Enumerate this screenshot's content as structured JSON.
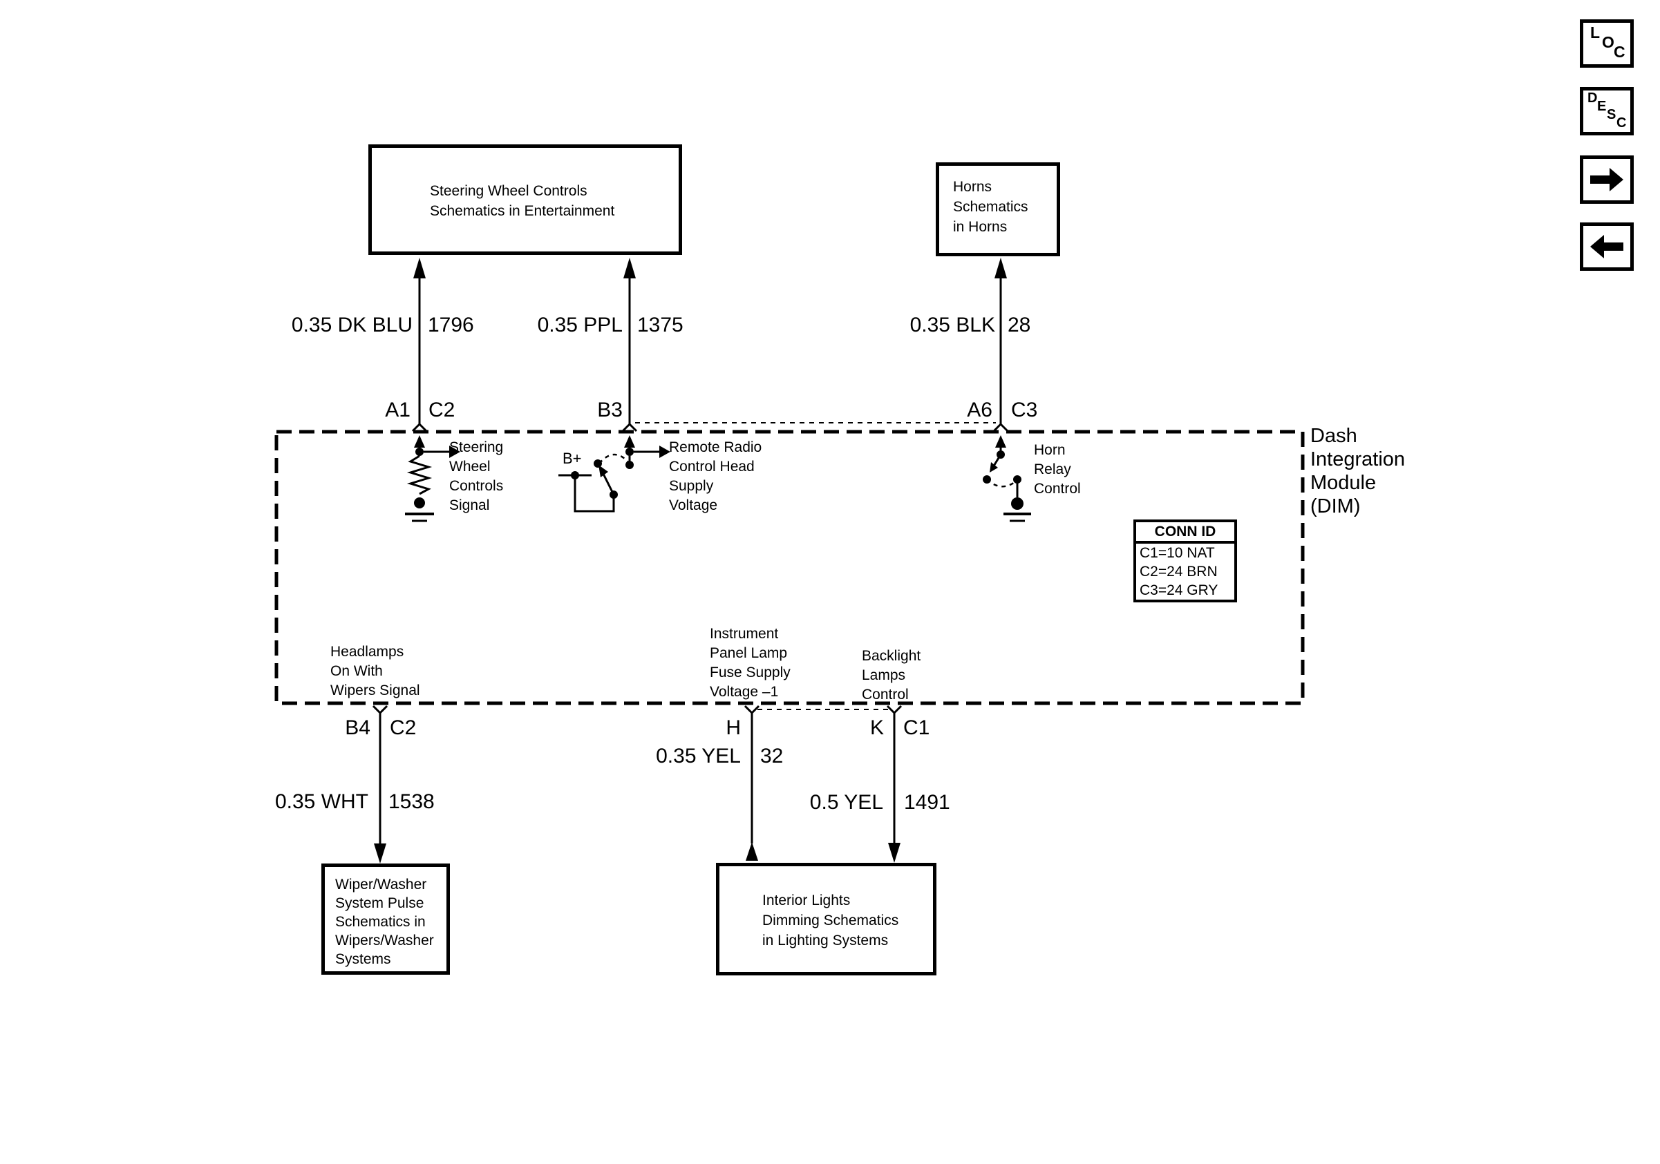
{
  "nav": {
    "loc_letters": [
      "L",
      "O",
      "C"
    ],
    "desc_letters": [
      "D",
      "E",
      "S",
      "C"
    ]
  },
  "module": {
    "title": "Dash\nIntegration\nModule\n(DIM)",
    "labels": {
      "steering_signal": "Steering\nWheel\nControls\nSignal",
      "b_plus": "B+",
      "remote_radio": "Remote Radio\nControl Head\nSupply\nVoltage",
      "horn_relay": "Horn\nRelay\nControl",
      "headlamps": "Headlamps\nOn With\nWipers Signal",
      "instrument_panel": "Instrument\nPanel Lamp\nFuse Supply\nVoltage –1",
      "backlight": "Backlight\nLamps\nControl"
    },
    "conn_id": {
      "title": "CONN ID",
      "rows": [
        "C1=10 NAT",
        "C2=24 BRN",
        "C3=24 GRY"
      ]
    }
  },
  "ref_boxes": {
    "steering": "Steering Wheel Controls\nSchematics in Entertainment",
    "horns": "Horns\nSchematics\nin Horns",
    "wiper": "Wiper/Washer\nSystem Pulse\nSchematics in\nWipers/Washer\nSystems",
    "interior": "Interior Lights\nDimming Schematics\nin Lighting Systems"
  },
  "wires": {
    "dk_blu": {
      "label": "0.35 DK BLU",
      "circuit": "1796",
      "pin": "A1",
      "conn": "C2"
    },
    "ppl": {
      "label": "0.35 PPL",
      "circuit": "1375",
      "pin": "B3"
    },
    "blk": {
      "label": "0.35 BLK",
      "circuit": "28",
      "pin": "A6",
      "conn": "C3"
    },
    "wht": {
      "label": "0.35 WHT",
      "circuit": "1538",
      "pin": "B4",
      "conn": "C2"
    },
    "yel_32": {
      "label": "0.35 YEL",
      "circuit": "32",
      "pin": "H"
    },
    "yel_1491": {
      "label": "0.5 YEL",
      "circuit": "1491",
      "pin": "K",
      "conn": "C1"
    }
  },
  "colors": {
    "ink": "#000000",
    "paper": "#ffffff"
  }
}
